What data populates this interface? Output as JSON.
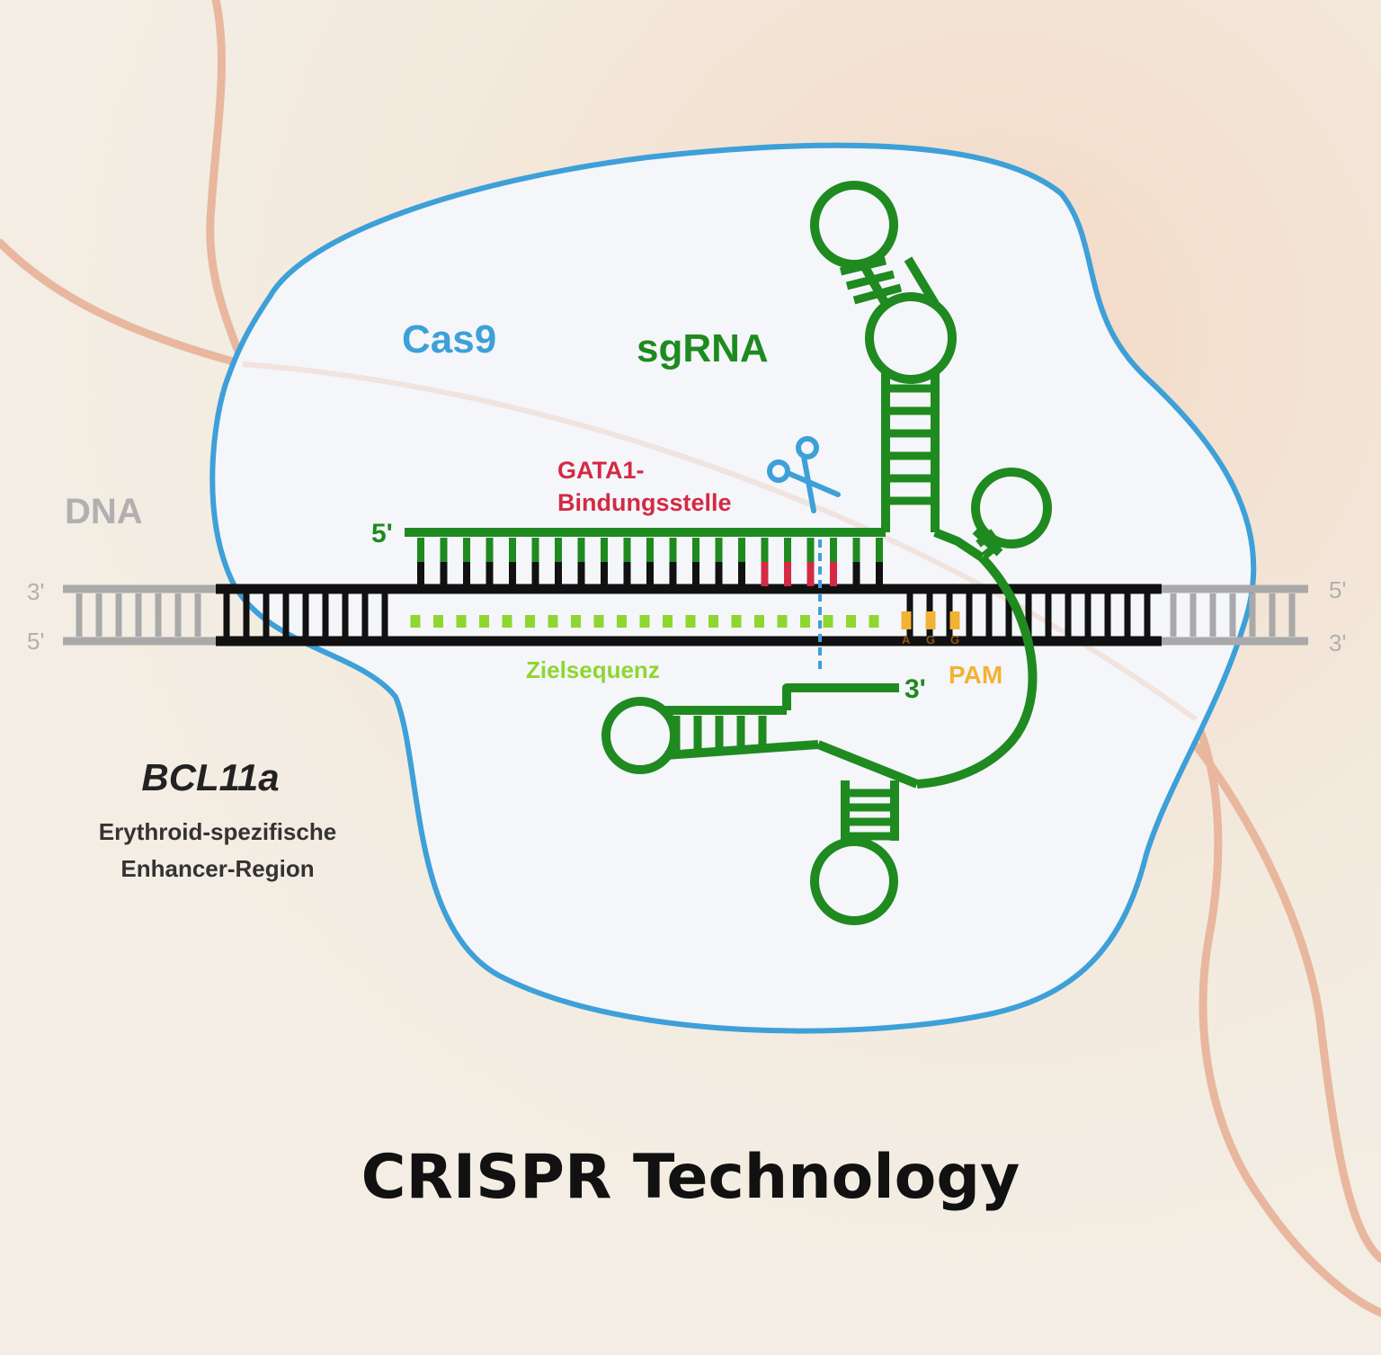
{
  "colors": {
    "background": "#f3ede3",
    "background_wash": "#f3d9c6",
    "decor_line": "#e6b79d",
    "cas9_outline": "#3ea0d8",
    "cas9_fill": "#f4f6fa",
    "sgrna": "#1f8a1f",
    "dna_core": "#111111",
    "dna_flank": "#a9a9a9",
    "target_sequence": "#8fd630",
    "gata1_site": "#d42a44",
    "pam": "#f2b233",
    "cut_line": "#3ea0d8",
    "scissors": "#3ea0d8",
    "title": "#111111",
    "bcl_text": "#222222"
  },
  "labels": {
    "cas9": "Cas9",
    "sgrna": "sgRNA",
    "dna": "DNA",
    "gata1_line1": "GATA1-",
    "gata1_line2": "Bindungsstelle",
    "zielsequenz": "Zielsequenz",
    "pam": "PAM",
    "pam_bases": [
      "A",
      "G",
      "G"
    ],
    "sgrna_5prime": "5'",
    "sgrna_3prime": "3'",
    "dna_left_top": "3'",
    "dna_left_bottom": "5'",
    "dna_right_top": "5'",
    "dna_right_bottom": "3'",
    "gene": "BCL11a",
    "region_line1": "Erythroid-spezifische",
    "region_line2": "Enhancer-Region"
  },
  "icons": {
    "scissors": "scissors-icon"
  },
  "title": "CRISPR Technology"
}
